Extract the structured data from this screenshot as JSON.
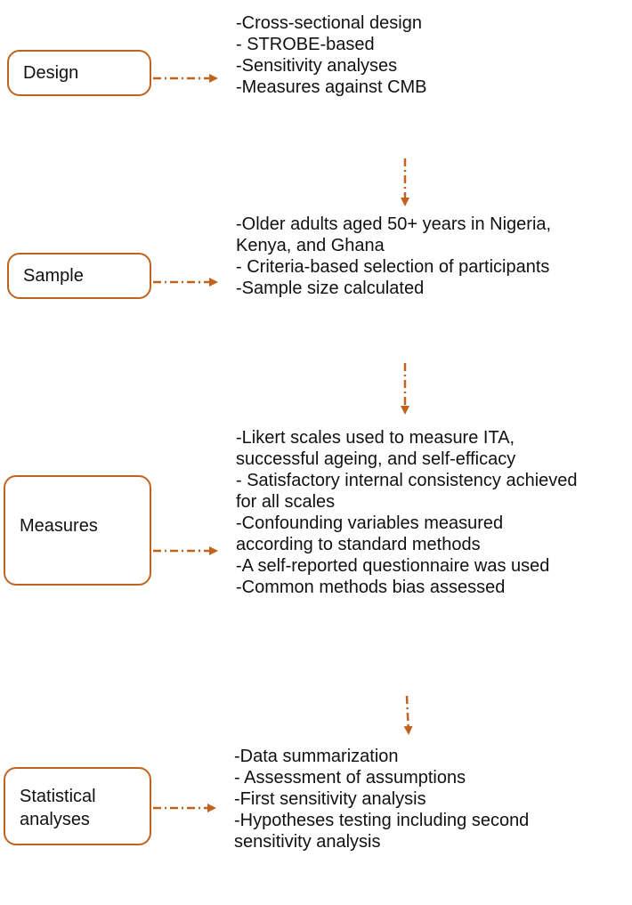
{
  "accent_color": "#c0631f",
  "rows": [
    {
      "label": "Design",
      "details": [
        "-Cross-sectional design",
        "- STROBE-based",
        "-Sensitivity analyses",
        "-Measures against CMB"
      ]
    },
    {
      "label": "Sample",
      "details": [
        "-Older adults aged 50+ years in Nigeria,",
        "Kenya, and Ghana",
        "- Criteria-based selection of participants",
        "-Sample size calculated"
      ]
    },
    {
      "label": "Measures",
      "details": [
        "-Likert scales used to measure ITA,",
        "successful ageing, and self-efficacy",
        "- Satisfactory internal consistency achieved",
        "for all scales",
        "-Confounding variables measured",
        "according to standard methods",
        "-A self-reported questionnaire was used",
        "-Common methods bias assessed"
      ]
    },
    {
      "label": "Statistical analyses",
      "details": [
        "-Data summarization",
        "- Assessment of assumptions",
        "-First sensitivity analysis",
        "-Hypotheses testing including second",
        "sensitivity analysis"
      ]
    }
  ]
}
